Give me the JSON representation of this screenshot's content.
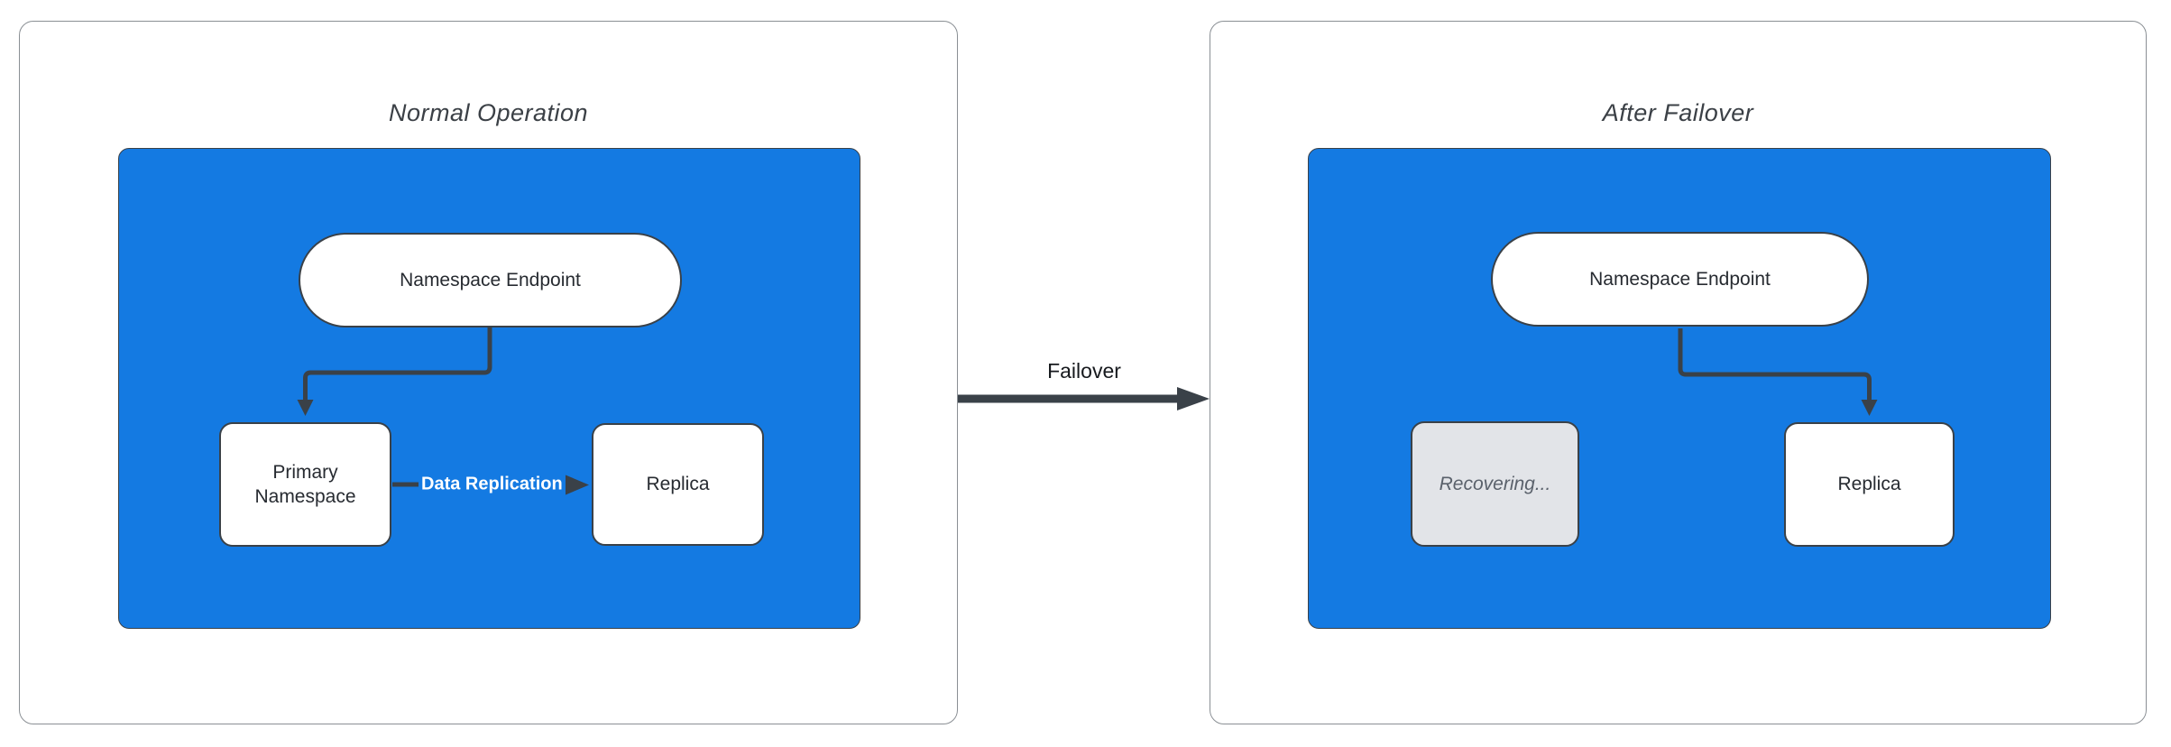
{
  "panels": [
    {
      "title": "Normal Operation",
      "endpoint_label": "Namespace Endpoint",
      "primary_label": "Primary Namespace",
      "replica_label": "Replica",
      "replication_label": "Data Replication"
    },
    {
      "title": "After Failover",
      "endpoint_label": "Namespace Endpoint",
      "recovering_label": "Recovering...",
      "replica_label": "Replica"
    }
  ],
  "failover": {
    "label": "Failover"
  },
  "colors": {
    "cluster_blue": "#147AE2",
    "arrow_dark": "#3A4148",
    "panel_border": "#8A8F94",
    "node_fill": "#FFFFFF",
    "recovering_fill": "#E2E4E8",
    "recovering_text": "#5A616B",
    "title_text": "#3B4046",
    "node_text": "#272B31",
    "replication_label_text": "#FFFFFF",
    "failover_label_text": "#16191D"
  }
}
